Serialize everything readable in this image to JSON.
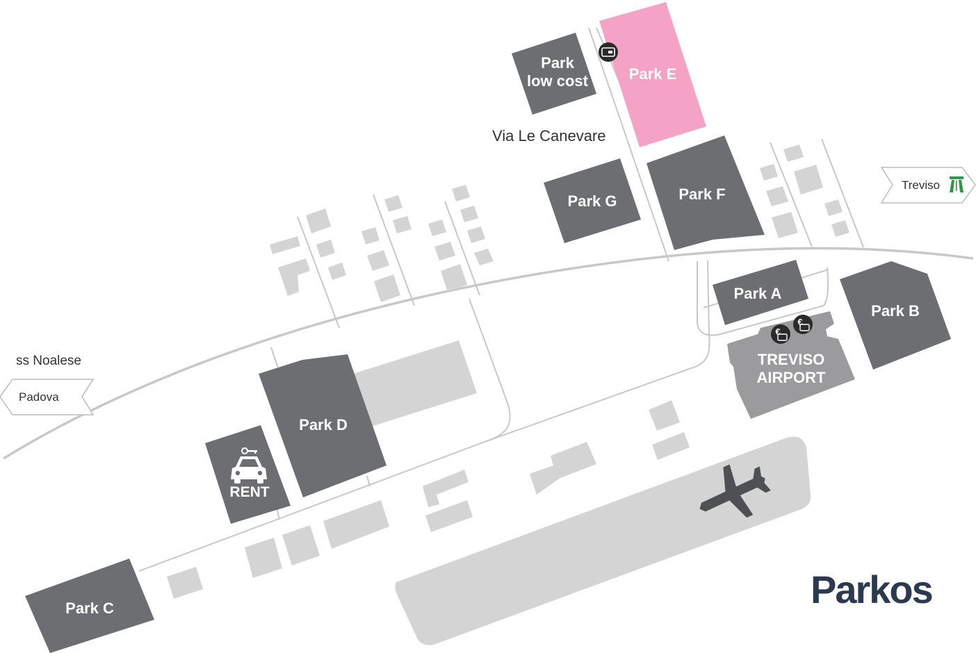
{
  "colors": {
    "parking": "#6d6e71",
    "highlight": "#f4a3c6",
    "building": "#d4d4d4",
    "terminal": "#9b9b9e",
    "road": "#c8c8c8",
    "brand": "#2b3a4e",
    "motorway_sign": "#2e9a48"
  },
  "parkings": {
    "low_cost": {
      "line1": "Park",
      "line2": "low cost"
    },
    "park_e": "Park E",
    "park_g": "Park G",
    "park_f": "Park F",
    "park_a": "Park A",
    "park_b": "Park B",
    "park_d": "Park D",
    "park_c": "Park C"
  },
  "terminal": {
    "line1": "TREVISO",
    "line2": "AIRPORT"
  },
  "rent": {
    "label": "RENT",
    "icon": "car-rental-icon"
  },
  "roads": {
    "via_canevare": "Via Le Canevare",
    "ss_noalese": "ss Noalese"
  },
  "directions": {
    "treviso": "Treviso",
    "padova": "Padova"
  },
  "icons": {
    "payment": "card-payment-icon",
    "euro": "euro-payment-icon",
    "plane": "airplane-icon",
    "motorway": "motorway-icon"
  },
  "brand": "Parkos"
}
